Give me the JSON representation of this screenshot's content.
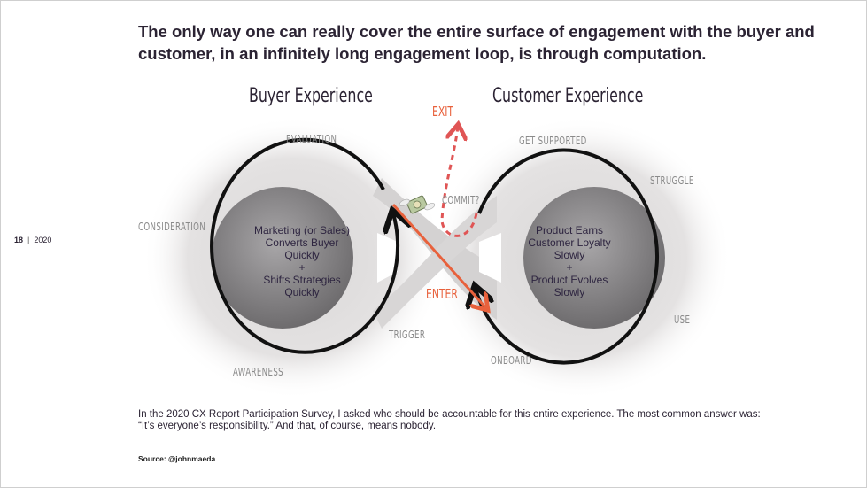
{
  "title": "The only way one can really cover the entire surface of engagement with the buyer and customer, in an infinitely long engagement loop, is through computation.",
  "page": {
    "number": "18",
    "year": "2020"
  },
  "diagram": {
    "buyer_heading": "Buyer Experience",
    "customer_heading": "Customer Experience",
    "exit_label": "EXIT",
    "enter_label": "ENTER",
    "commit_label": "COMMIT?",
    "buyer_stages": [
      "EVALUATION",
      "CONSIDERATION",
      "AWARENESS",
      "TRIGGER"
    ],
    "customer_stages": [
      "GET SUPPORTED",
      "STRUGGLE",
      "USE",
      "ONBOARD"
    ],
    "buyer_center": [
      "Marketing (or Sales)",
      "Converts Buyer",
      "Quickly",
      "+",
      "Shifts Strategies",
      "Quickly"
    ],
    "customer_center": [
      "Product Earns",
      "Customer Loyalty",
      "Slowly",
      "+",
      "Product Evolves",
      "Slowly"
    ],
    "colors": {
      "accent": "#e8613c",
      "dashed": "#e05555",
      "loop": "#111111"
    }
  },
  "footnote": "In the 2020 CX Report Participation Survey, I asked who should be accountable for this entire experience. The most common answer was: “It’s everyone’s responsibility.” And that, of course, means nobody.",
  "source": "Source: @johnmaeda"
}
